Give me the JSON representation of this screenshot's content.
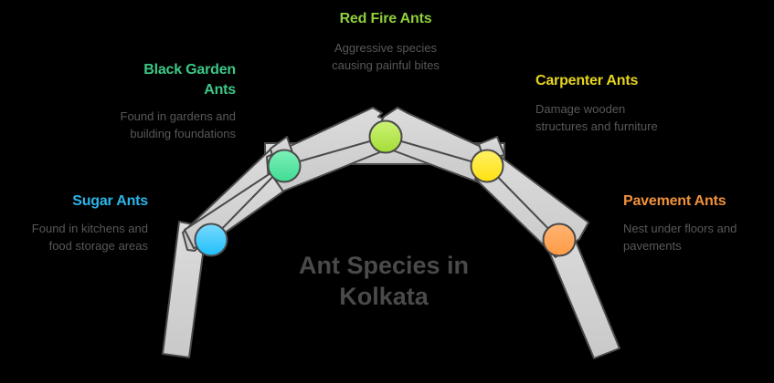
{
  "diagram": {
    "title_line1": "Ant Species in",
    "title_line2": "Kolkata",
    "colors": {
      "background": "#000000",
      "bar_fill": "#d4d4d4",
      "bar_stroke": "#4a4a4a",
      "description_text": "#585858",
      "title_text": "#4a4a4a"
    },
    "species": [
      {
        "name": "Sugar Ants",
        "description_line1": "Found in kitchens and",
        "description_line2": "food storage areas",
        "color": "#2bb5e8",
        "circle_color": "#3cc6fb"
      },
      {
        "name_line1": "Black Garden",
        "name_line2": "Ants",
        "description_line1": "Found in gardens and",
        "description_line2": "building foundations",
        "color": "#3cc886",
        "circle_color": "#5fe3a1"
      },
      {
        "name": "Red Fire Ants",
        "description_line1": "Aggressive species",
        "description_line2": "causing painful bites",
        "color": "#8fcf3c",
        "circle_color": "#b5e64a"
      },
      {
        "name": "Carpenter Ants",
        "description_line1": "Damage wooden",
        "description_line2": "structures and furniture",
        "color": "#e6d41e",
        "circle_color": "#ffe62e"
      },
      {
        "name": "Pavement Ants",
        "description_line1": "Nest under floors and",
        "description_line2": "pavements",
        "color": "#f0913a",
        "circle_color": "#ffa04f"
      }
    ]
  }
}
